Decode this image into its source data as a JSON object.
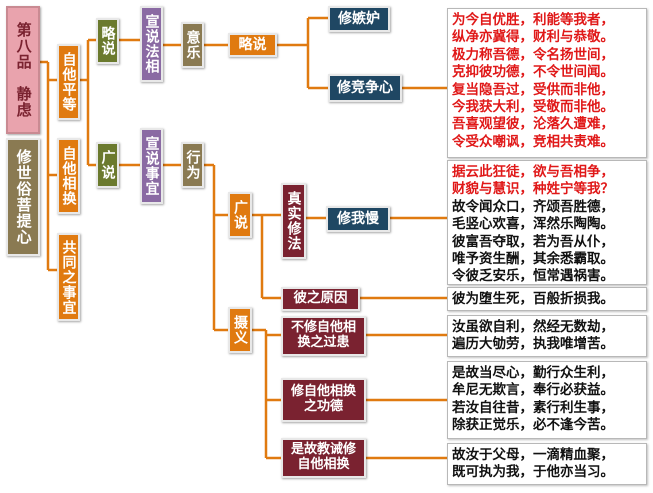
{
  "root": {
    "title": "第八品　静虑",
    "subtitle": "修世俗菩提心"
  },
  "level1": {
    "equal": "自他平等",
    "exchange": "自他相换",
    "common": "共同之事宜"
  },
  "level2": {
    "brief": "略说",
    "extensive": "广说"
  },
  "level3": {
    "brief_explain": "宣说法相",
    "extensive_explain": "宣说事宜"
  },
  "level4": {
    "intention": "意乐",
    "action": "行为"
  },
  "level5": {
    "brief": "略说",
    "extensive": "广说",
    "summary": "摄义"
  },
  "level6": {
    "true_practice": "真实修法",
    "their_cause": "彼之原因",
    "fault": "不修自他相换之过患",
    "merit": "修自他相换之功德",
    "exhort": "是故教诫修自他相换"
  },
  "level7": {
    "jealousy": "修嫉妒",
    "rivalry": "修竞争心",
    "pride": "修我慢"
  },
  "verses": {
    "jealousy_rivalry": [
      "为今自优胜，利能等我者，",
      "纵净亦冀得，财利与恭敬。",
      "极力称吾德，令名扬世间，",
      "克抑彼功德，不令世间闻。",
      "复当隐吾过，受供而非他，",
      "今我获大利，受敬而非他。",
      "吾喜观望彼，沦落久遭难，",
      "令受众嘲讽，竞相共责难。"
    ],
    "pride_red": [
      "据云此狂徒，欲与吾相争，",
      "财貌与慧识，种姓宁等我？"
    ],
    "pride_black": [
      "故令闻众口，齐颂吾胜德，",
      "毛竖心欢喜，浑然乐陶陶。",
      "彼富吾夺取，若为吾从仆，",
      "唯予资生酬，其余悉霸取。",
      "令彼乏安乐，恒常遇祸害。"
    ],
    "cause": [
      "彼为堕生死，百般折损我。"
    ],
    "fault": [
      "汝虽欲自利，然经无数劫，",
      "遍历大劬劳，执我唯增苦。"
    ],
    "merit": [
      "是故当尽心，勤行众生利，",
      "牟尼无欺言，奉行必获益。",
      "若汝自往昔，素行利生事，",
      "除获正觉乐，必不逢今苦。"
    ],
    "exhort": [
      "故汝于父母，一滴精血聚，",
      "既可执为我，于他亦当习。"
    ]
  }
}
